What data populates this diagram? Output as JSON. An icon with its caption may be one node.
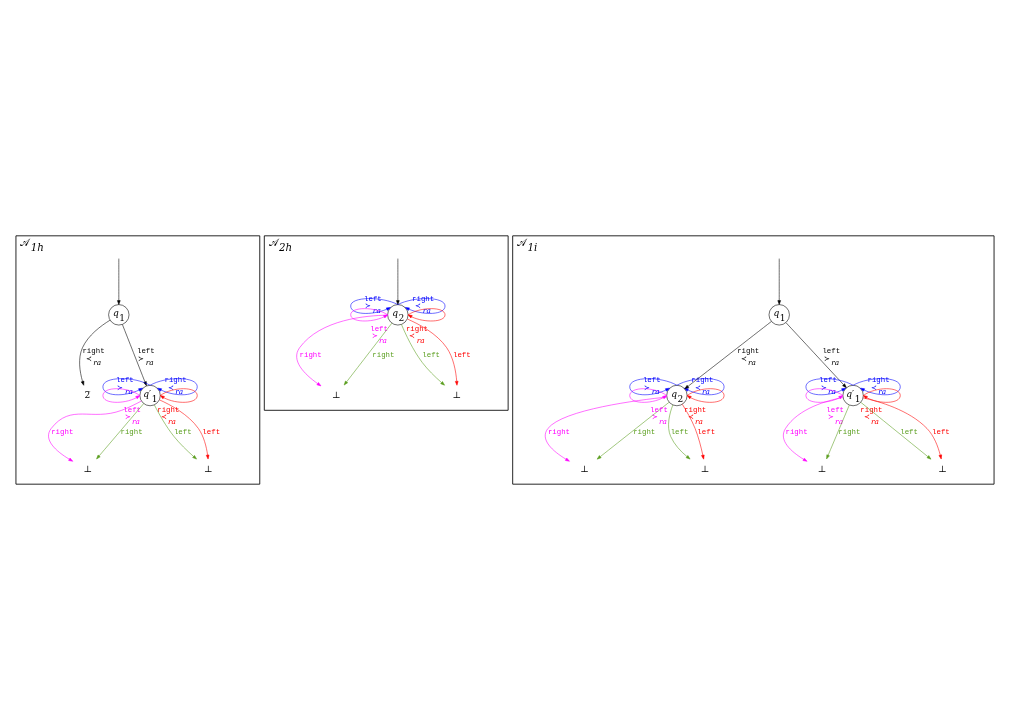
{
  "diagram": {
    "nodes": [
      {
        "text": [
          "𝒜$_{1h}$"
        ]
      },
      {
        "text": [
          "q$_{1}$"
        ],
        "in": 0
      },
      {
        "text": [
          "2̅"
        ],
        "in": 0
      },
      {
        "text": [
          "q′$_{1}$"
        ],
        "in": 0
      },
      {
        "text": [
          "⊥"
        ],
        "in": 0
      },
      {
        "text": [
          "⊥"
        ],
        "in": 0
      },
      {
        "text": [
          "𝒜$_{2h}$"
        ]
      },
      {
        "text": [
          "q$_{2}$"
        ],
        "in": 6
      },
      {
        "text": [
          "⊥"
        ],
        "in": 6
      },
      {
        "text": [
          "⊥"
        ],
        "in": 6
      },
      {
        "text": [
          "𝒜$_{1i}$"
        ]
      },
      {
        "text": [
          "⊥"
        ],
        "in": 10
      },
      {
        "text": [
          "⊥"
        ],
        "in": 10
      },
      {
        "text": [
          "q$_{2}$"
        ],
        "in": 10
      },
      {
        "text": [
          "q$_{1}$"
        ],
        "in": 10
      },
      {
        "text": [
          "q′$_{1}$"
        ],
        "in": 10
      },
      {
        "text": [
          "⊥"
        ],
        "in": 10
      },
      {
        "text": [
          "⊥"
        ],
        "in": 10
      }
    ],
    "edges": [
      {
        "from": null,
        "to": 1,
        "arrow": "to",
        "color": "#000000"
      },
      {
        "from": 1,
        "to": 2,
        "arrow": "to",
        "label": "right ≺$_{ra}$",
        "color": "#000000"
      },
      {
        "from": 1,
        "to": 3,
        "arrow": "to",
        "label": "left ≻$_{ra}$",
        "color": "#000000"
      },
      {
        "from": 3,
        "to": 3,
        "arrow": "to",
        "label": "left ≻$_{ra}$",
        "color": "#0000ff"
      },
      {
        "from": 3,
        "to": 3,
        "arrow": "to",
        "label": "right ≺$_{ra}$",
        "color": "#0000ff"
      },
      {
        "from": 3,
        "to": 3,
        "arrow": "to",
        "label": "left ≻$_{ra}$",
        "color": "#ff00ff"
      },
      {
        "from": 3,
        "to": 3,
        "arrow": "to",
        "label": "right ≺$_{ra}$",
        "color": "#ff0000"
      },
      {
        "from": 3,
        "to": 4,
        "arrow": "to",
        "label": "right",
        "color": "#ff00ff"
      },
      {
        "from": 3,
        "to": 4,
        "arrow": "to",
        "label": "right",
        "color": "#5a9e1e"
      },
      {
        "from": 3,
        "to": 5,
        "arrow": "to",
        "label": "left",
        "color": "#5a9e1e"
      },
      {
        "from": 3,
        "to": 5,
        "arrow": "to",
        "label": "left",
        "color": "#ff0000"
      },
      {
        "from": null,
        "to": 7,
        "arrow": "to",
        "color": "#000000"
      },
      {
        "from": 7,
        "to": 7,
        "arrow": "to",
        "label": "left ≻$_{ra}$",
        "color": "#0000ff"
      },
      {
        "from": 7,
        "to": 7,
        "arrow": "to",
        "label": "right ≺$_{ra}$",
        "color": "#0000ff"
      },
      {
        "from": 7,
        "to": 7,
        "arrow": "to",
        "label": "left ≻$_{ra}$",
        "color": "#ff00ff"
      },
      {
        "from": 7,
        "to": 7,
        "arrow": "to",
        "label": "right ≺$_{ra}$",
        "color": "#ff0000"
      },
      {
        "from": 7,
        "to": 8,
        "arrow": "to",
        "label": "right",
        "color": "#ff00ff"
      },
      {
        "from": 7,
        "to": 8,
        "arrow": "to",
        "label": "right",
        "color": "#5a9e1e"
      },
      {
        "from": 7,
        "to": 9,
        "arrow": "to",
        "label": "left",
        "color": "#5a9e1e"
      },
      {
        "from": 7,
        "to": 9,
        "arrow": "to",
        "label": "left",
        "color": "#ff0000"
      },
      {
        "from": 13,
        "to": 11,
        "arrow": "to",
        "label": "right",
        "color": "#ff00ff"
      },
      {
        "from": 13,
        "to": 11,
        "arrow": "to",
        "label": "right",
        "color": "#5a9e1e"
      },
      {
        "from": 13,
        "to": 12,
        "arrow": "to",
        "label": "left",
        "color": "#5a9e1e"
      },
      {
        "from": 13,
        "to": 12,
        "arrow": "to",
        "label": "left",
        "color": "#ff0000"
      },
      {
        "from": 13,
        "to": 13,
        "arrow": "to",
        "label": "left ≻$_{ra}$",
        "color": "#ff00ff"
      },
      {
        "from": 13,
        "to": 13,
        "arrow": "to",
        "label": "right ≺$_{ra}$",
        "color": "#ff0000"
      },
      {
        "from": 13,
        "to": 13,
        "arrow": "to",
        "label": "left ≻$_{ra}$",
        "color": "#0000ff"
      },
      {
        "from": 13,
        "to": 13,
        "arrow": "to",
        "label": "right ≺$_{ra}$",
        "color": "#0000ff"
      },
      {
        "from": null,
        "to": 14,
        "arrow": "to",
        "color": "#000000"
      },
      {
        "from": 14,
        "to": 13,
        "arrow": "to",
        "label": "right ≺$_{ra}$",
        "color": "#000000"
      },
      {
        "from": 14,
        "to": 15,
        "arrow": "to",
        "label": "left ≻$_{ra}$",
        "color": "#000000"
      },
      {
        "from": 15,
        "to": 15,
        "arrow": "to",
        "label": "left ≻$_{ra}$",
        "color": "#0000ff"
      },
      {
        "from": 15,
        "to": 15,
        "arrow": "to",
        "label": "right ≺$_{ra}$",
        "color": "#0000ff"
      },
      {
        "from": 15,
        "to": 15,
        "arrow": "to",
        "label": "left ≻$_{ra}$",
        "color": "#ff00ff"
      },
      {
        "from": 15,
        "to": 15,
        "arrow": "to",
        "label": "right ≺$_{ra}$",
        "color": "#ff0000"
      },
      {
        "from": 15,
        "to": 16,
        "arrow": "to",
        "label": "right",
        "color": "#ff00ff"
      },
      {
        "from": 15,
        "to": 16,
        "arrow": "to",
        "label": "right",
        "color": "#5a9e1e"
      },
      {
        "from": 15,
        "to": 17,
        "arrow": "to",
        "label": "left",
        "color": "#5a9e1e"
      },
      {
        "from": 15,
        "to": 17,
        "arrow": "to",
        "label": "left",
        "color": "#ff0000"
      }
    ]
  }
}
